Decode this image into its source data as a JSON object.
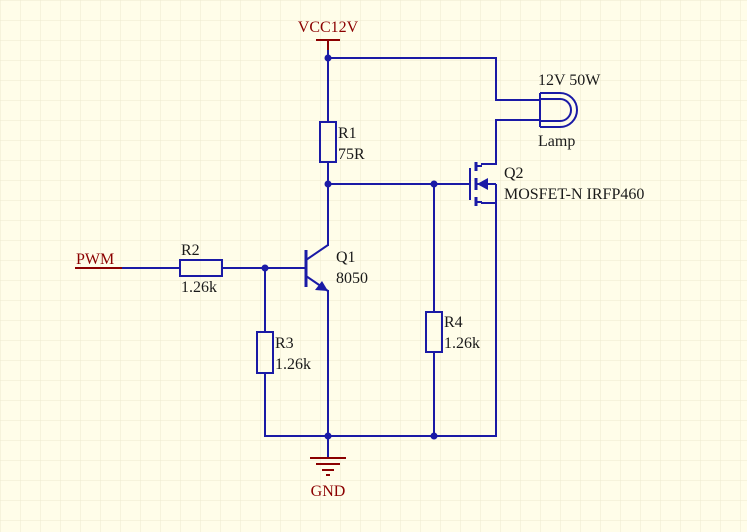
{
  "nets": {
    "vcc": "VCC12V",
    "gnd": "GND",
    "pwm": "PWM"
  },
  "components": {
    "r1": {
      "ref": "R1",
      "value": "75R"
    },
    "r2": {
      "ref": "R2",
      "value": "1.26k"
    },
    "r3": {
      "ref": "R3",
      "value": "1.26k"
    },
    "r4": {
      "ref": "R4",
      "value": "1.26k"
    },
    "q1": {
      "ref": "Q1",
      "value": "8050"
    },
    "q2": {
      "ref": "Q2",
      "value": "MOSFET-N  IRFP460"
    },
    "lamp": {
      "ref": "Lamp",
      "value": "12V 50W"
    }
  },
  "colors": {
    "background": "#fffde9",
    "wire": "#1a1aa6",
    "net_label": "#8b0000",
    "grid": "#e6e3c8"
  }
}
